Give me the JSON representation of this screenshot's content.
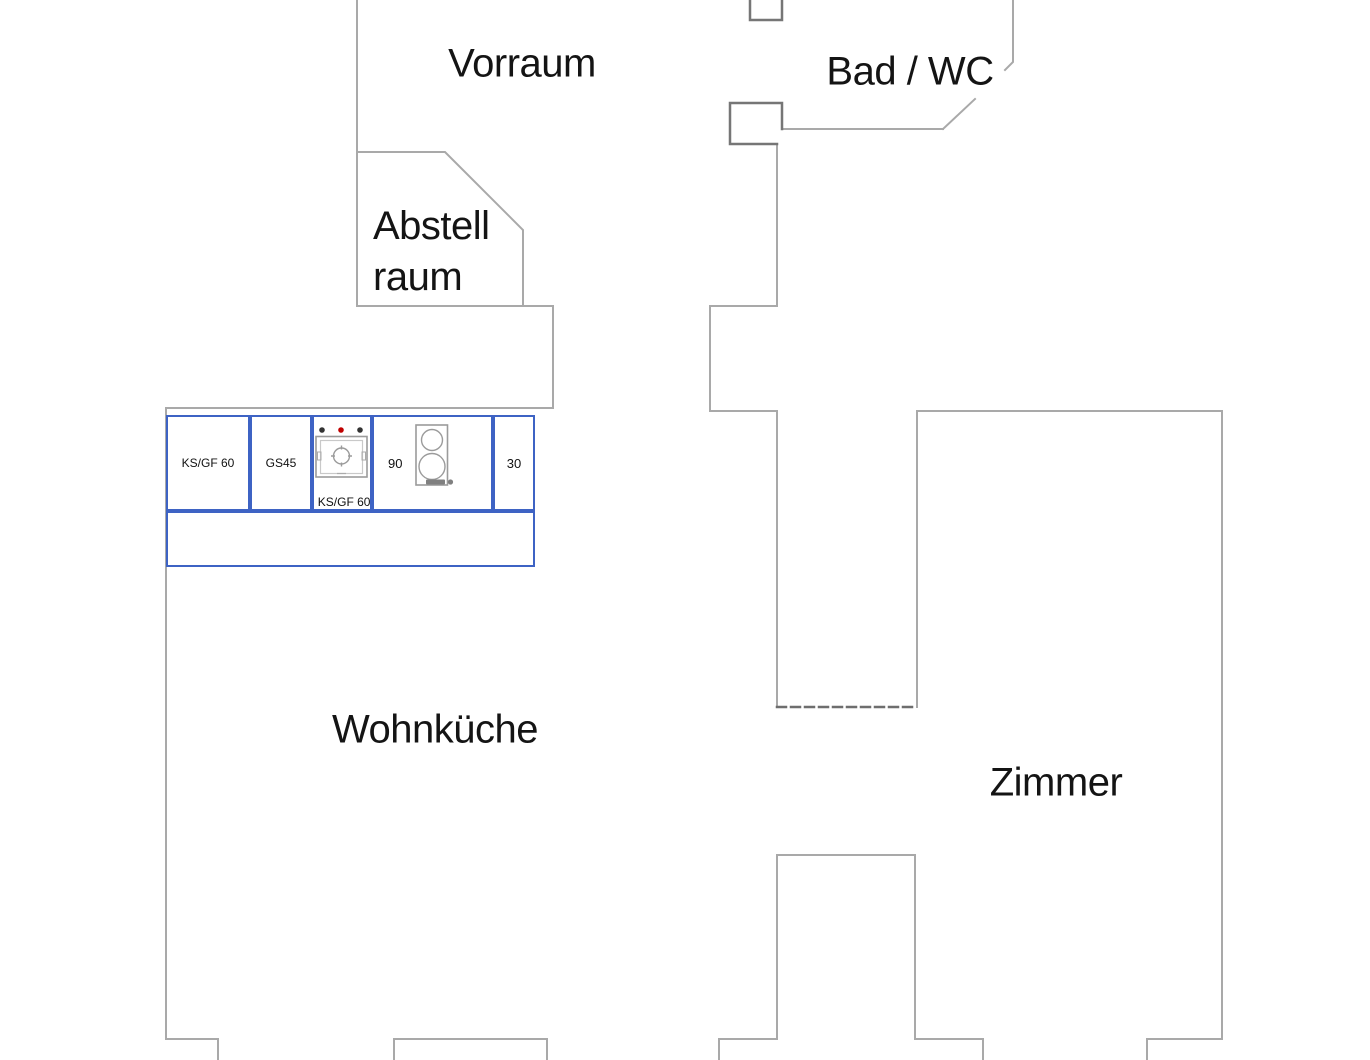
{
  "rooms": {
    "vorraum": {
      "label": "Vorraum"
    },
    "bad_wc": {
      "label": "Bad / WC"
    },
    "abstellraum": {
      "label_line1": "Abstell",
      "label_line2": "raum"
    },
    "wohnkueche": {
      "label": "Wohnküche"
    },
    "zimmer": {
      "label": "Zimmer"
    }
  },
  "kitchen": {
    "units": [
      {
        "label": "KS/GF 60"
      },
      {
        "label": "GS45"
      },
      {
        "label": "KS/GF 60",
        "icon": "sink-icon"
      },
      {
        "label": "90",
        "icon": "cooktop-icon"
      },
      {
        "label": "30"
      }
    ]
  },
  "colors": {
    "background": "#FFFFFF",
    "wall_light": "#A9A9A9",
    "wall_dark": "#767676",
    "kitchen_outline": "#3E63C4",
    "burner_dot_red": "#C00000",
    "text": "#141414"
  }
}
